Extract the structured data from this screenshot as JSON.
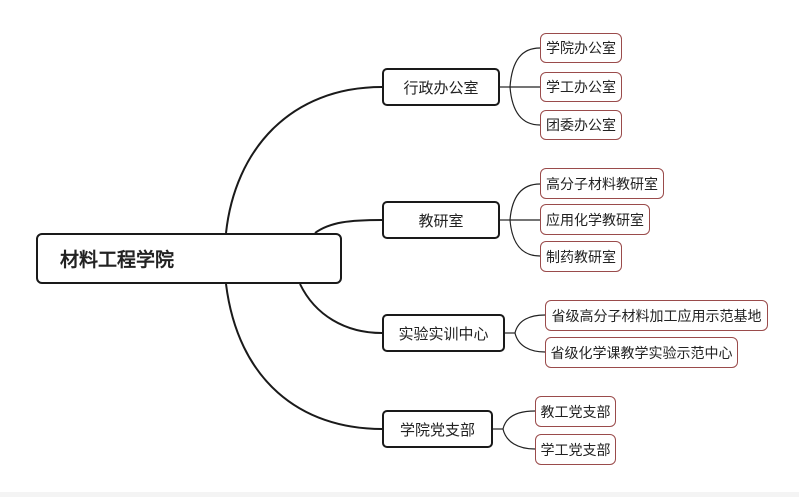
{
  "mindmap": {
    "root": {
      "label": "材料工程学院"
    },
    "branches": [
      {
        "label": "行政办公室",
        "children": [
          "学院办公室",
          "学工办公室",
          "团委办公室"
        ]
      },
      {
        "label": "教研室",
        "children": [
          "高分子材料教研室",
          "应用化学教研室",
          "制药教研室"
        ]
      },
      {
        "label": "实验实训中心",
        "children": [
          "省级高分子材料加工应用示范基地",
          "省级化学课教学实验示范中心"
        ]
      },
      {
        "label": "学院党支部",
        "children": [
          "教工党支部",
          "学工党支部"
        ]
      }
    ],
    "colors": {
      "main_line": "#1a1a1a",
      "leaf_border": "#9a4b4b",
      "text": "#222222"
    }
  }
}
